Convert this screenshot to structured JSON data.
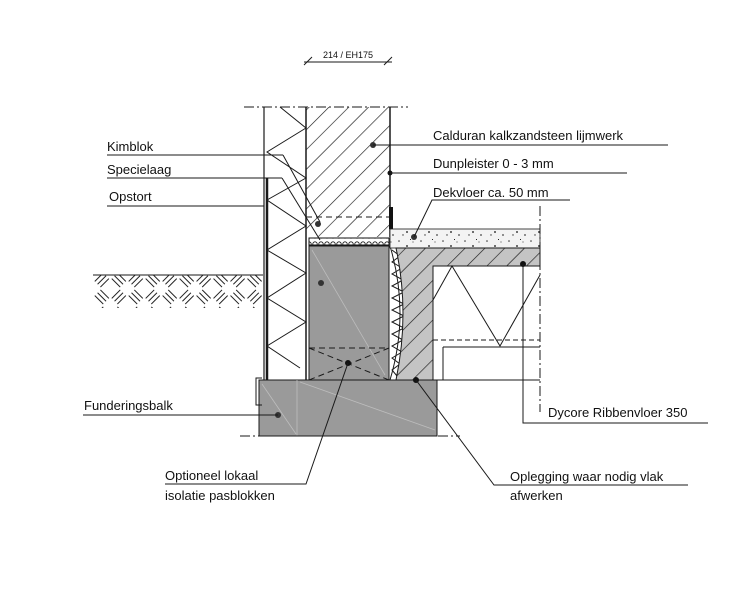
{
  "drawing": {
    "reference": "214 / EH175",
    "colors": {
      "line": "#1a1a1a",
      "concrete": "#9a9a9a",
      "hatch_fill": "#c4c4c4",
      "screed": "#f2f2f2",
      "background": "#ffffff"
    }
  },
  "labels": {
    "kimblok": "Kimblok",
    "specielaag": "Specielaag",
    "opstort": "Opstort",
    "calduran": "Calduran kalkzandsteen lijmwerk",
    "dunpleister": "Dunpleister 0 - 3 mm",
    "dekvloer": "Dekvloer ca. 50 mm",
    "funderingsbalk": "Funderingsbalk",
    "dycore": "Dycore Ribbenvloer 350",
    "optioneel_line1": "Optioneel lokaal",
    "optioneel_line2": "isolatie pasblokken",
    "oplegging_line1": "Oplegging waar nodig vlak",
    "oplegging_line2": "afwerken"
  }
}
